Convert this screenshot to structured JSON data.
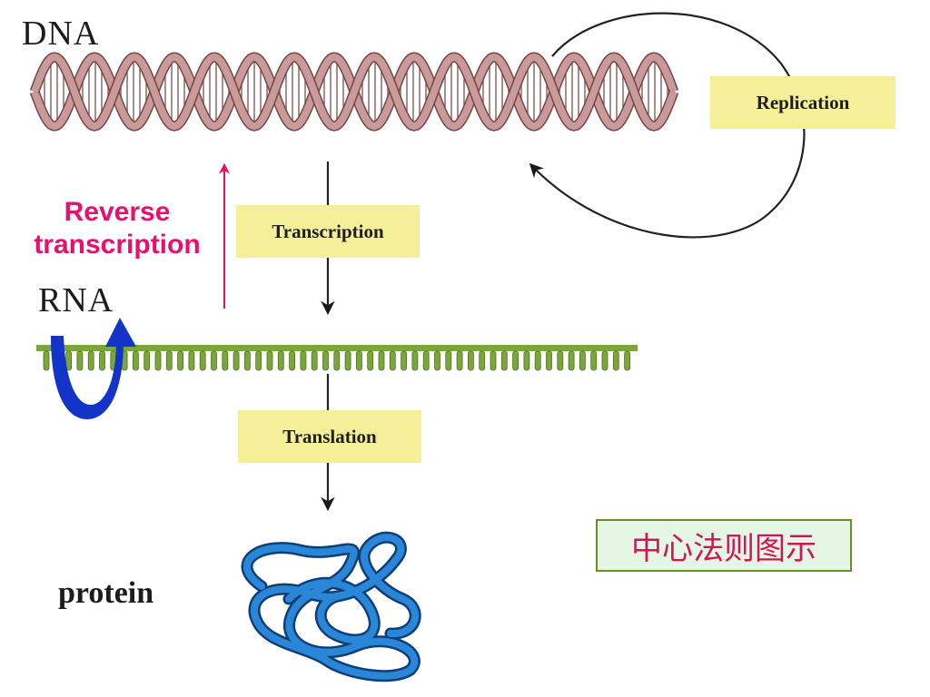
{
  "diagram": {
    "molecules": {
      "dna": "DNA",
      "rna": "RNA",
      "protein": "protein"
    },
    "processes": {
      "replication": "Replication",
      "transcription": "Transcription",
      "translation": "Translation",
      "reverse_transcription": [
        "Reverse",
        "transcription"
      ]
    },
    "caption": "中心法则图示"
  },
  "colors": {
    "dna_strand": "#c99a9a",
    "rna_strand": "#7aa63a",
    "protein": "#1f6fb6",
    "process_box": "#f5ef9a",
    "reverse_transcription": "#e8106e",
    "rna_self_arrow": "#1234c8",
    "caption_bg": "#e4f7e4",
    "caption_border": "#6b8e23",
    "caption_text": "#d4145a"
  }
}
